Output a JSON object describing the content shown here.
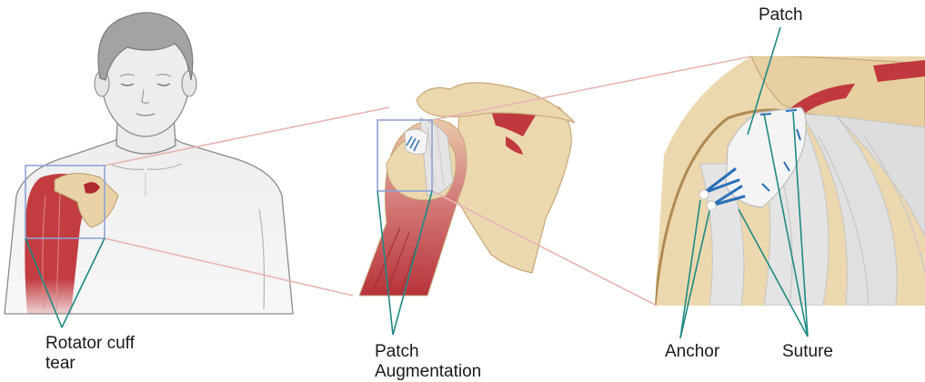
{
  "labels": {
    "rotator_cuff_line1": "Rotator cuff",
    "rotator_cuff_line2": "tear",
    "patch_augmentation_line1": "Patch",
    "patch_augmentation_line2": "Augmentation",
    "patch": "Patch",
    "anchor": "Anchor",
    "suture": "Suture"
  },
  "colors": {
    "leader_line": "#1e8a82",
    "zoom_line": "#e8b4b4",
    "zoom_box": "#8fa3d6",
    "bone": "#e9d3a6",
    "muscle": "#b8333a",
    "tendon": "#e4e4e4",
    "skin": "#efefef",
    "hair": "#9e9e9e",
    "patch": "#f2f2f2",
    "suture_anchor": "#2a6fb5"
  }
}
